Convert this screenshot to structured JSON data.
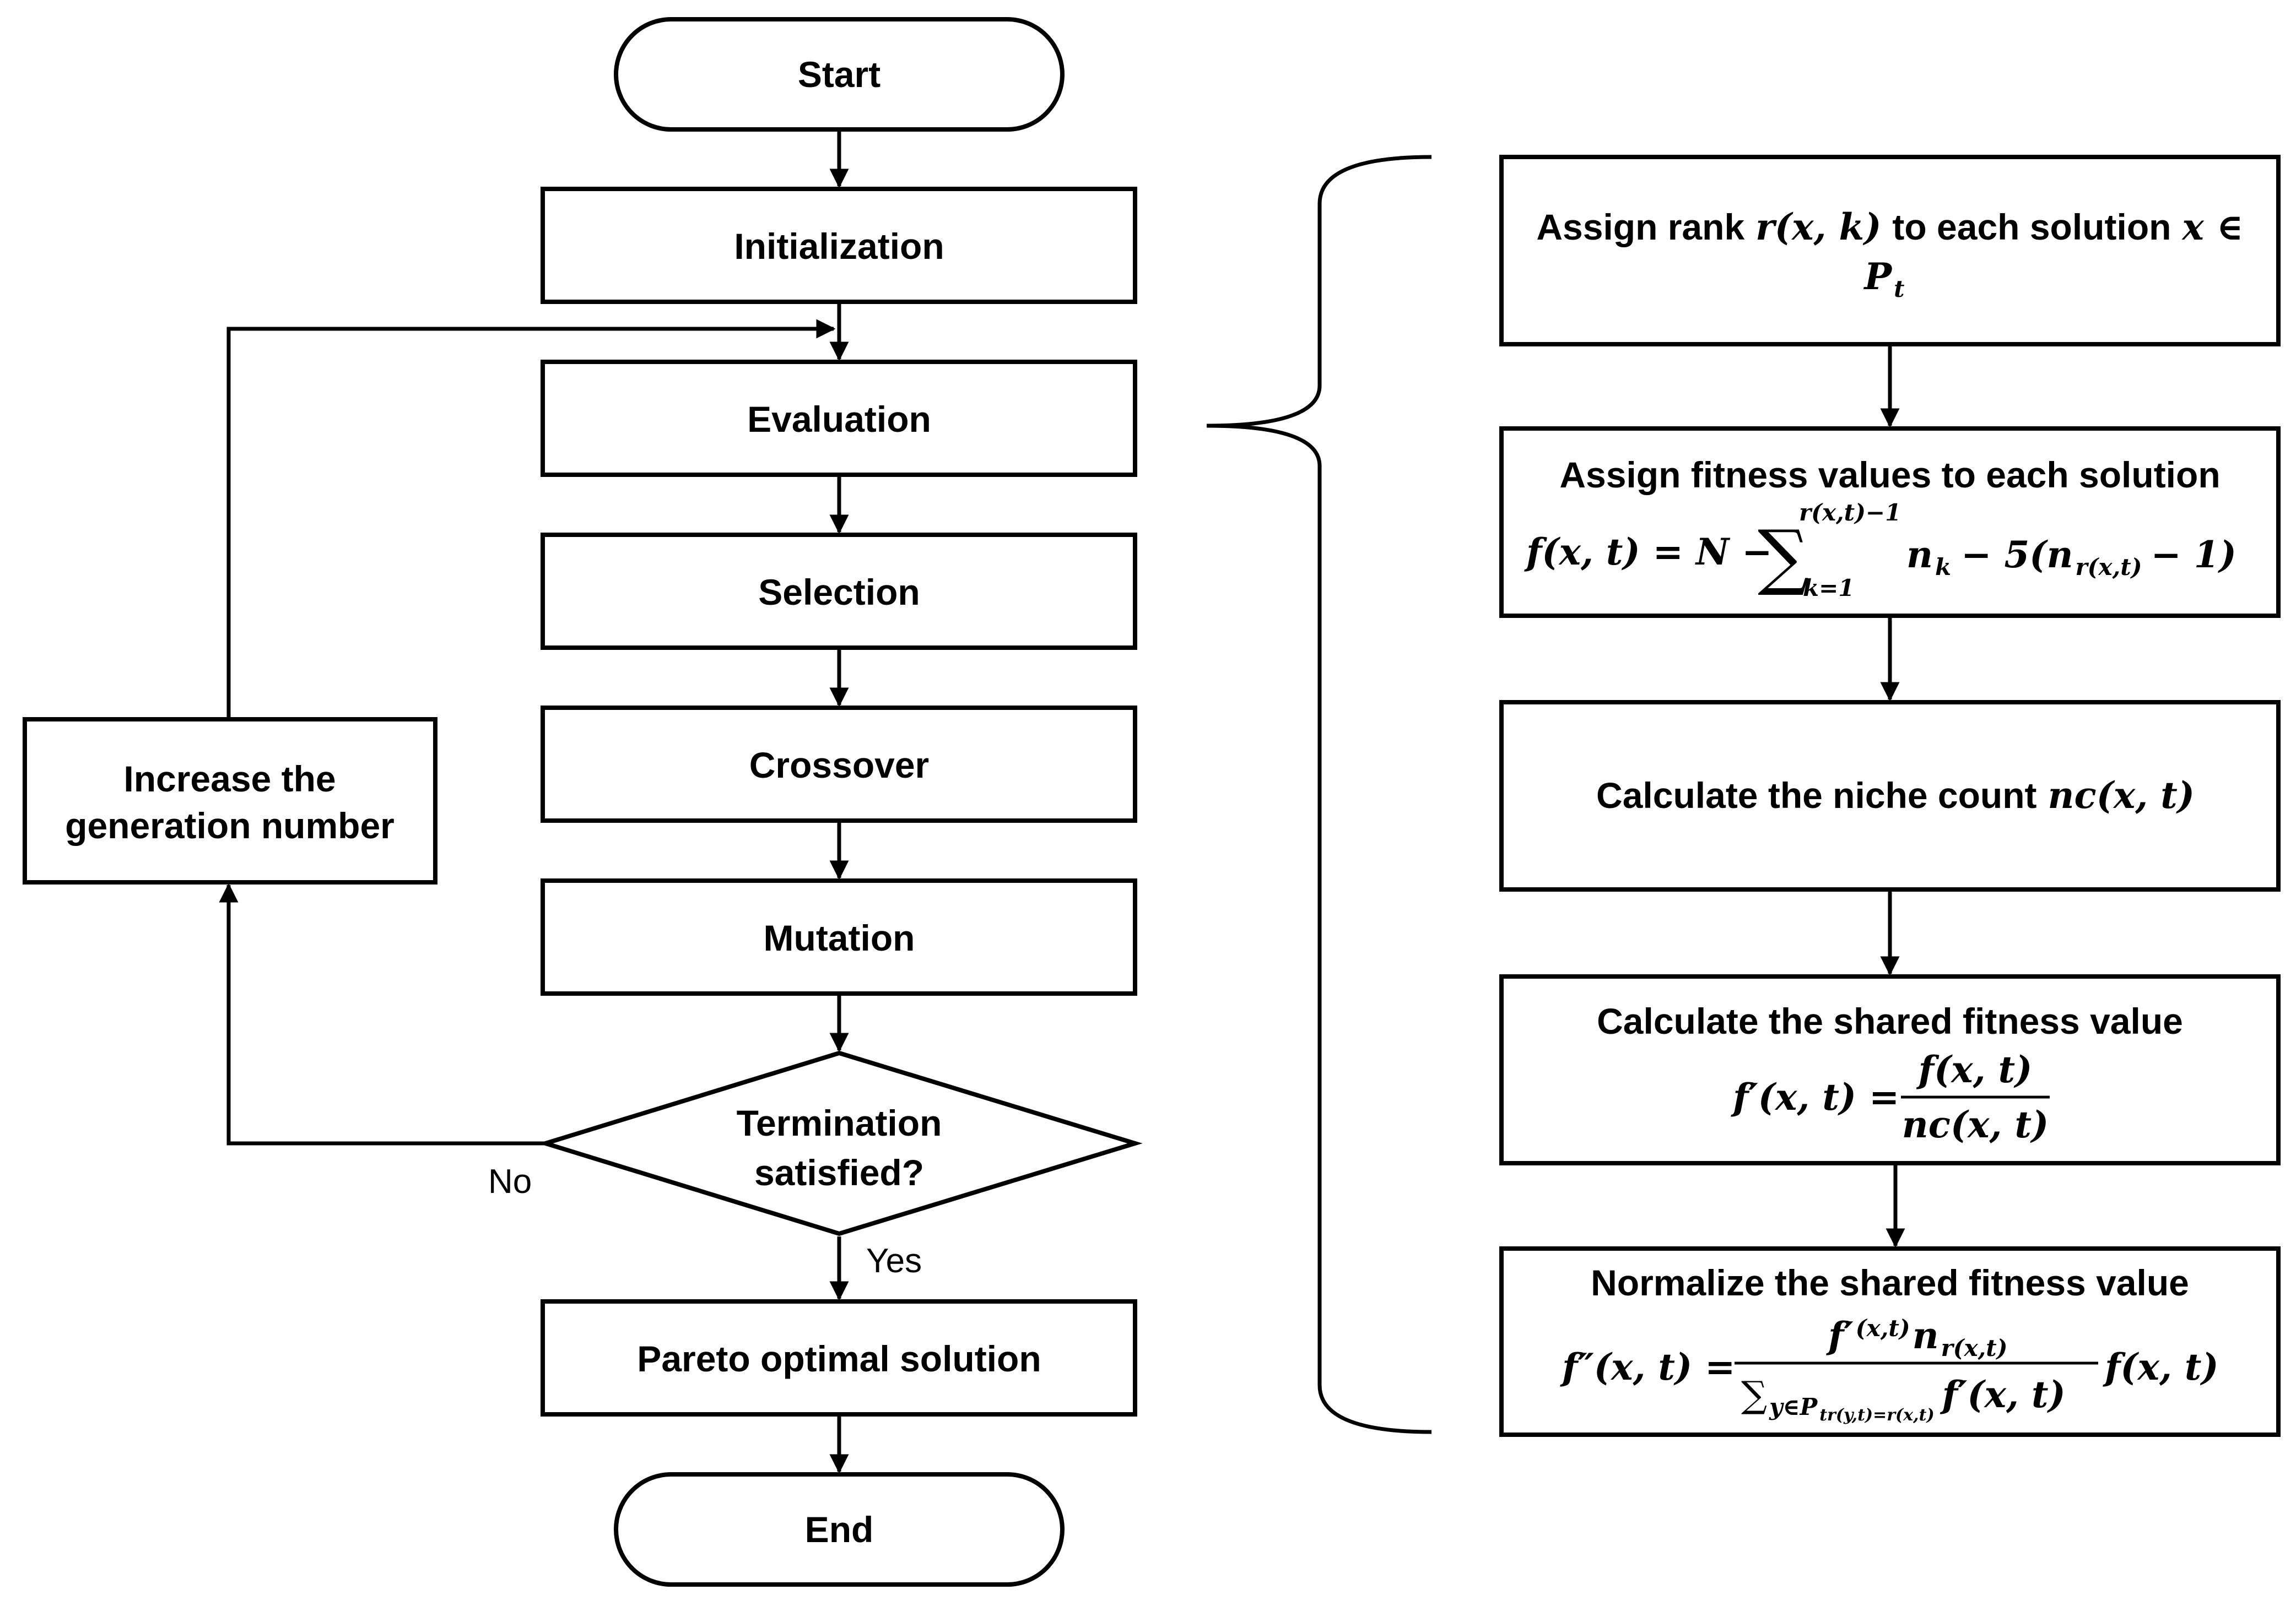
{
  "flow": {
    "start": "Start",
    "initialization": "Initialization",
    "evaluation": "Evaluation",
    "selection": "Selection",
    "crossover": "Crossover",
    "mutation": "Mutation",
    "termination_line1": "Termination",
    "termination_line2": "satisfied?",
    "no_label": "No",
    "yes_label": "Yes",
    "increase_line1": "Increase the",
    "increase_line2": "generation number",
    "pareto": "Pareto optimal solution",
    "end": "End"
  },
  "evaluation_steps": {
    "assign_rank_text": "Assign rank",
    "assign_rank_math": "r(x, k)",
    "assign_rank_text2": "to each solution",
    "assign_rank_math2": "x ∈",
    "assign_rank_math3": "P",
    "assign_rank_sub": "t",
    "fitness_title": "Assign fitness values to each solution",
    "fitness_formula_left": "f(x, t) = N −",
    "fitness_sum": "∑",
    "fitness_sum_upper": "r(x,t)−1",
    "fitness_sum_lower": "k=1",
    "fitness_term1": "n",
    "fitness_term1_sub": "k",
    "fitness_term2": "− 5(n",
    "fitness_term2_sub": "r(x,t)",
    "fitness_term2_end": "− 1)",
    "niche_text": "Calculate the niche count",
    "niche_math": "nc(x, t)",
    "shared_title": "Calculate the shared fitness value",
    "shared_lhs": "f′(x, t) =",
    "shared_num": "f(x, t)",
    "shared_den": "nc(x, t)",
    "normalize_title": "Normalize the shared fitness value",
    "normalize_lhs": "f″(x, t) =",
    "normalize_num": "f′",
    "normalize_num_sup": "(x,t)",
    "normalize_num_n": "n",
    "normalize_num_sub": "r(x,t)",
    "normalize_den_sum": "∑",
    "normalize_den_sub": "y∈P",
    "normalize_den_subsub": "tr(y,t)=r(x,t)",
    "normalize_den_tail": "f′(x, t)",
    "normalize_rhs": "f(x, t)"
  }
}
